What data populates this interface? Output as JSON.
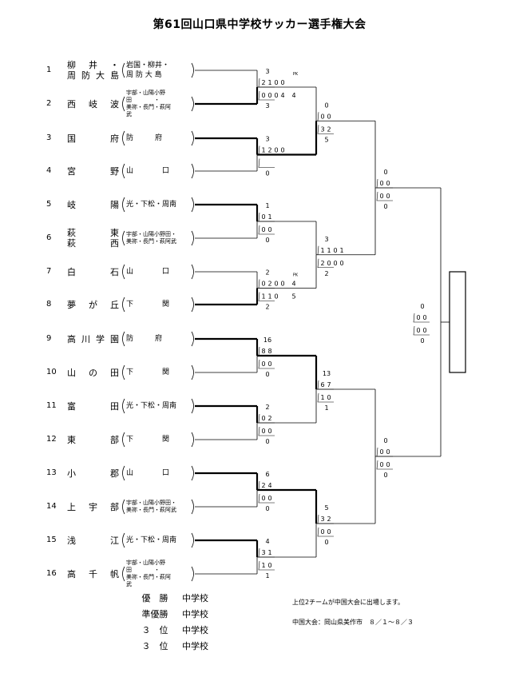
{
  "title": "第61回山口県中学校サッカー選手権大会",
  "teams": [
    {
      "num": "1",
      "name": [
        "柳　井　・",
        "周防大島"
      ],
      "area": [
        "岩国・柳井・",
        "周 防 大 島"
      ],
      "small": false
    },
    {
      "num": "2",
      "name": [
        "西　岐　波"
      ],
      "area": [
        "宇部・山陽小野",
        "田　　　　・",
        "美祢・長門・萩阿",
        "武"
      ],
      "small": true
    },
    {
      "num": "3",
      "name": [
        "国　　　府"
      ],
      "area": [
        "防　　　府"
      ],
      "small": false
    },
    {
      "num": "4",
      "name": [
        "宮　　　野"
      ],
      "area": [
        "山　　　　口"
      ],
      "small": false
    },
    {
      "num": "5",
      "name": [
        "岐　　　陽"
      ],
      "area": [
        "光・下松・周南"
      ],
      "small": false
    },
    {
      "num": "6",
      "name": [
        "萩　　　東",
        "萩　　　西"
      ],
      "area": [
        "宇部・山陽小野田・",
        "美祢・長門・萩阿武"
      ],
      "small": true
    },
    {
      "num": "7",
      "name": [
        "白　　　石"
      ],
      "area": [
        "山　　　　口"
      ],
      "small": false
    },
    {
      "num": "8",
      "name": [
        "夢　が　丘"
      ],
      "area": [
        "下　　　　関"
      ],
      "small": false
    },
    {
      "num": "9",
      "name": [
        "高川学園"
      ],
      "area": [
        "防　　　府"
      ],
      "small": false
    },
    {
      "num": "10",
      "name": [
        "山　の　田"
      ],
      "area": [
        "下　　　　関"
      ],
      "small": false
    },
    {
      "num": "11",
      "name": [
        "富　　　田"
      ],
      "area": [
        "光・下松・周南"
      ],
      "small": false
    },
    {
      "num": "12",
      "name": [
        "東　　　部"
      ],
      "area": [
        "下　　　　関"
      ],
      "small": false
    },
    {
      "num": "13",
      "name": [
        "小　　　郡"
      ],
      "area": [
        "山　　　　口"
      ],
      "small": false
    },
    {
      "num": "14",
      "name": [
        "上　宇　部"
      ],
      "area": [
        "宇部・山陽小野田・",
        "美祢・長門・萩阿武"
      ],
      "small": true
    },
    {
      "num": "15",
      "name": [
        "浅　　　江"
      ],
      "area": [
        "光・下松・周南"
      ],
      "small": false
    },
    {
      "num": "16",
      "name": [
        "高　千　帆"
      ],
      "area": [
        "宇部・山陽小野",
        "田　　　　・",
        "美祢・長門・萩阿",
        "武"
      ],
      "small": true
    }
  ],
  "r1": [
    {
      "top": "3",
      "h1t": "2",
      "h2t": "1",
      "h1b": "0",
      "h2b": "0",
      "bot": "3",
      "pk": "PK",
      "pkt": "",
      "pkb": "4"
    },
    {
      "top": "3",
      "h1t": "1",
      "h2t": "2",
      "h1b": "",
      "h2b": "",
      "bot": "0",
      "pk": "",
      "pkt": "",
      "pkb": ""
    },
    {
      "top": "1",
      "h1t": "0",
      "h2t": "1",
      "h1b": "0",
      "h2b": "0",
      "bot": "0",
      "pk": "",
      "pkt": "",
      "pkb": ""
    },
    {
      "top": "2",
      "h1t": "0",
      "h2t": "2",
      "h1b": "1",
      "h2b": "1",
      "bot": "2",
      "pk": "PK",
      "pkt": "4",
      "pkb": "5"
    },
    {
      "top": "16",
      "h1t": "8",
      "h2t": "8",
      "h1b": "0",
      "h2b": "0",
      "bot": "0",
      "pk": "",
      "pkt": "",
      "pkb": ""
    },
    {
      "top": "2",
      "h1t": "0",
      "h2t": "2",
      "h1b": "0",
      "h2b": "0",
      "bot": "0",
      "pk": "",
      "pkt": "",
      "pkb": ""
    },
    {
      "top": "6",
      "h1t": "2",
      "h2t": "4",
      "h1b": "0",
      "h2b": "0",
      "bot": "0",
      "pk": "",
      "pkt": "",
      "pkb": ""
    },
    {
      "top": "4",
      "h1t": "3",
      "h2t": "1",
      "h1b": "1",
      "h2b": "0",
      "bot": "1",
      "pk": "",
      "pkt": "",
      "pkb": ""
    }
  ],
  "r1_extra": [
    {
      "t1": "0",
      "t2": "0",
      "b1": "0",
      "b2": "4"
    },
    {
      "t1": "0",
      "t2": "0",
      "b1": "",
      "b2": ""
    },
    {
      "t1": "",
      "t2": "",
      "b1": "",
      "b2": ""
    },
    {
      "t1": "0",
      "t2": "0",
      "b1": "0",
      "b2": ""
    },
    {
      "t1": "",
      "t2": "",
      "b1": "",
      "b2": ""
    },
    {
      "t1": "",
      "t2": "",
      "b1": "",
      "b2": ""
    },
    {
      "t1": "",
      "t2": "",
      "b1": "",
      "b2": ""
    },
    {
      "t1": "",
      "t2": "",
      "b1": "",
      "b2": ""
    }
  ],
  "r2": [
    {
      "top": "0",
      "h1t": "0",
      "h2t": "0",
      "h1b": "3",
      "h2b": "2",
      "bot": "5"
    },
    {
      "top": "3",
      "h1t": "1",
      "h2t": "1",
      "h1b": "2",
      "h2b": "0",
      "bot": "2"
    },
    {
      "top": "13",
      "h1t": "6",
      "h2t": "7",
      "h1b": "1",
      "h2b": "0",
      "bot": "1"
    },
    {
      "top": "5",
      "h1t": "3",
      "h2t": "2",
      "h1b": "0",
      "h2b": "0",
      "bot": "0"
    }
  ],
  "r2_extra": [
    {
      "t1": "",
      "t2": "",
      "b1": "",
      "b2": ""
    },
    {
      "t1": "0",
      "t2": "1",
      "b1": "0",
      "b2": "0"
    },
    {
      "t1": "",
      "t2": "",
      "b1": "",
      "b2": ""
    },
    {
      "t1": "",
      "t2": "",
      "b1": "",
      "b2": ""
    }
  ],
  "r3": [
    {
      "top": "0",
      "h1t": "0",
      "h2t": "0",
      "h1b": "0",
      "h2b": "0",
      "bot": "0"
    },
    {
      "top": "0",
      "h1t": "0",
      "h2t": "0",
      "h1b": "0",
      "h2b": "0",
      "bot": "0"
    }
  ],
  "final": {
    "top": "0",
    "h1t": "0",
    "h2t": "0",
    "h1b": "0",
    "h2b": "0",
    "bot": "0"
  },
  "results": [
    {
      "label": "優　勝",
      "value": "中学校"
    },
    {
      "label": "準優勝",
      "value": "中学校"
    },
    {
      "label": "３　位",
      "value": "中学校"
    },
    {
      "label": "３　位",
      "value": "中学校"
    }
  ],
  "notes": [
    "上位2チームが中国大会に出場します。",
    "中国大会：岡山県美作市　８／１～８／３"
  ]
}
